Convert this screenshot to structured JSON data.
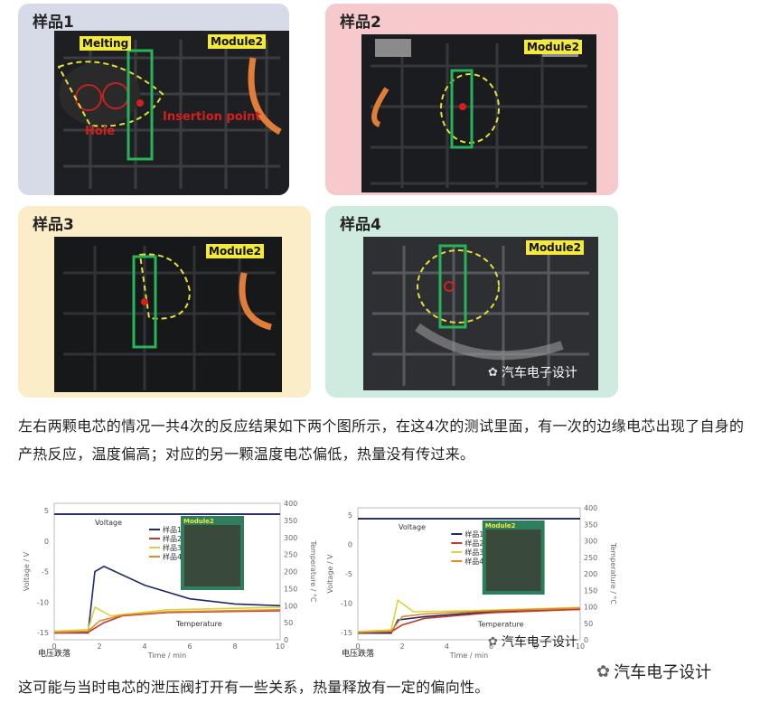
{
  "panels": [
    {
      "label": "样品1",
      "bg": "#d7dbe8",
      "tags": [
        "Melting",
        "Module2"
      ],
      "notes": [
        "Insertion point",
        "Hole"
      ]
    },
    {
      "label": "样品2",
      "bg": "#f6c9cd",
      "tags": [
        "Module2"
      ],
      "notes": []
    },
    {
      "label": "样品3",
      "bg": "#fbedc8",
      "tags": [
        "Module2"
      ],
      "notes": []
    },
    {
      "label": "样品4",
      "bg": "#cfeadf",
      "tags": [
        "Module2"
      ],
      "notes": []
    }
  ],
  "watermark_small": "汽车电子设计",
  "paragraph1": "左右两颗电芯的情况一共4次的反应结果如下两个图所示，在这4次的测试里面，有一次的边缘电芯出现了自身的产热反应，温度偏高；对应的另一颗温度电芯偏低，热量没有传过来。",
  "charts": [
    {
      "voltage_label": "Voltage",
      "temperature_label": "Temperature",
      "y_left_label": "Voltage / V",
      "y_right_label": "Temperature / °C",
      "x_label": "Time / min",
      "corner_label": "电压跌落",
      "legend": [
        "样品1",
        "样品2",
        "样品3",
        "样品4"
      ],
      "y_left_ticks": [
        "5",
        "0",
        "-5",
        "-10",
        "-15"
      ],
      "y_right_ticks": [
        "400",
        "350",
        "300",
        "250",
        "200",
        "150",
        "100",
        "50",
        "0"
      ],
      "x_ticks": [
        "0",
        "2",
        "4",
        "6",
        "8",
        "10"
      ],
      "inset_tag": "Module2"
    },
    {
      "voltage_label": "Voltage",
      "temperature_label": "Temperature",
      "y_left_label": "Voltage / V",
      "y_right_label": "Temperature / °C",
      "x_label": "Time / min",
      "corner_label": "电压跌落",
      "legend": [
        "样品1",
        "样品2",
        "样品3",
        "样品4"
      ],
      "y_left_ticks": [
        "5",
        "0",
        "-5",
        "-10",
        "-15"
      ],
      "y_right_ticks": [
        "400",
        "350",
        "300",
        "250",
        "200",
        "150",
        "100",
        "50",
        "0"
      ],
      "x_ticks": [
        "0",
        "2",
        "4",
        "6",
        "8",
        "10"
      ],
      "inset_tag": "Module2"
    }
  ],
  "chart_watermark": "汽车电子设计",
  "footer_watermark": "汽车电子设计",
  "paragraph2": "这可能与当时电芯的泄压阀打开有一些关系，热量释放有一定的偏向性。",
  "colors": {
    "series1": "#1f2a6b",
    "series2": "#c0392b",
    "series3": "#d6d63a",
    "series4": "#e08a2c",
    "voltage": "#2b2f6a"
  }
}
